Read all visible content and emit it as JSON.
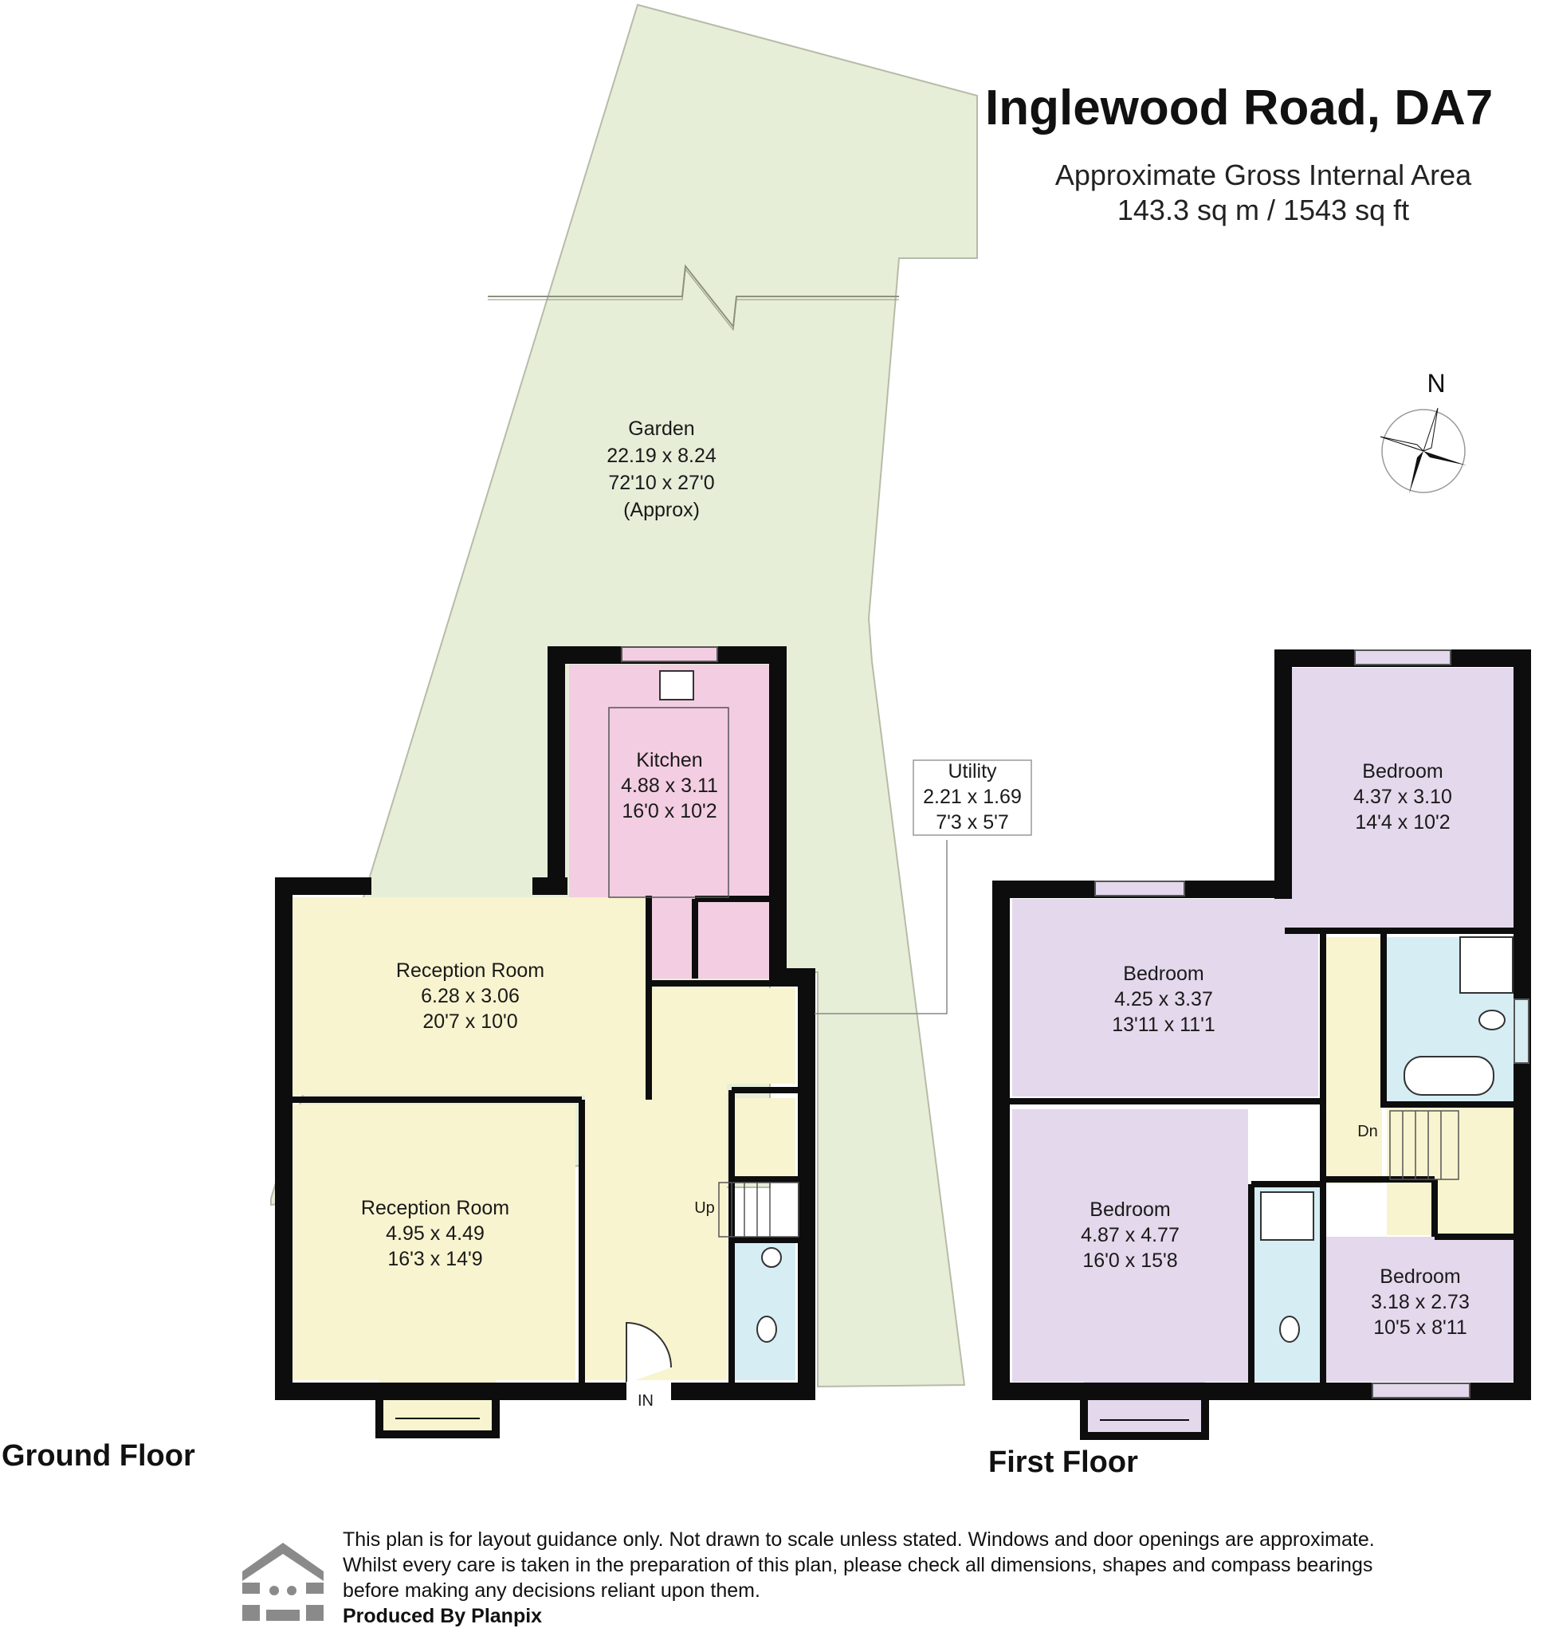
{
  "title": "Inglewood Road, DA7",
  "area": {
    "label": "Approximate Gross Internal Area",
    "value": "143.3 sq m / 1543 sq ft"
  },
  "compass_label": "N",
  "floors": {
    "ground": "Ground Floor",
    "first": "First Floor"
  },
  "rooms": {
    "garden": {
      "name": "Garden",
      "metric": "22.19 x 8.24",
      "imperial": "72'10 x 27'0",
      "note": "(Approx)"
    },
    "kitchen": {
      "name": "Kitchen",
      "metric": "4.88 x 3.11",
      "imperial": "16'0 x 10'2"
    },
    "utility": {
      "name": "Utility",
      "metric": "2.21 x 1.69",
      "imperial": "7'3 x 5'7"
    },
    "reception1": {
      "name": "Reception Room",
      "metric": "6.28 x 3.06",
      "imperial": "20'7 x 10'0"
    },
    "reception2": {
      "name": "Reception Room",
      "metric": "4.95 x 4.49",
      "imperial": "16'3 x 14'9"
    },
    "bedroom1": {
      "name": "Bedroom",
      "metric": "4.37 x 3.10",
      "imperial": "14'4 x 10'2"
    },
    "bedroom2": {
      "name": "Bedroom",
      "metric": "4.25 x 3.37",
      "imperial": "13'11 x 11'1"
    },
    "bedroom3": {
      "name": "Bedroom",
      "metric": "4.87 x 4.77",
      "imperial": "16'0 x 15'8"
    },
    "bedroom4": {
      "name": "Bedroom",
      "metric": "3.18 x 2.73",
      "imperial": "10'5 x 8'11"
    }
  },
  "markers": {
    "up": "Up",
    "down": "Dn",
    "entrance": "IN"
  },
  "disclaimer": {
    "text": "This plan is for layout guidance only. Not drawn to scale unless stated. Windows and door openings are approximate. Whilst every care is taken in the preparation of this plan, please check all dimensions, shapes and compass bearings before making any decisions reliant upon them.",
    "credit": "Produced By Planpix"
  },
  "colors": {
    "garden": "#e6eed8",
    "kitchen": "#f3cde1",
    "reception": "#f8f4cf",
    "bathroom": "#d6edf4",
    "bedroom": "#e4d8ec",
    "wall": "#0d0d0d"
  }
}
